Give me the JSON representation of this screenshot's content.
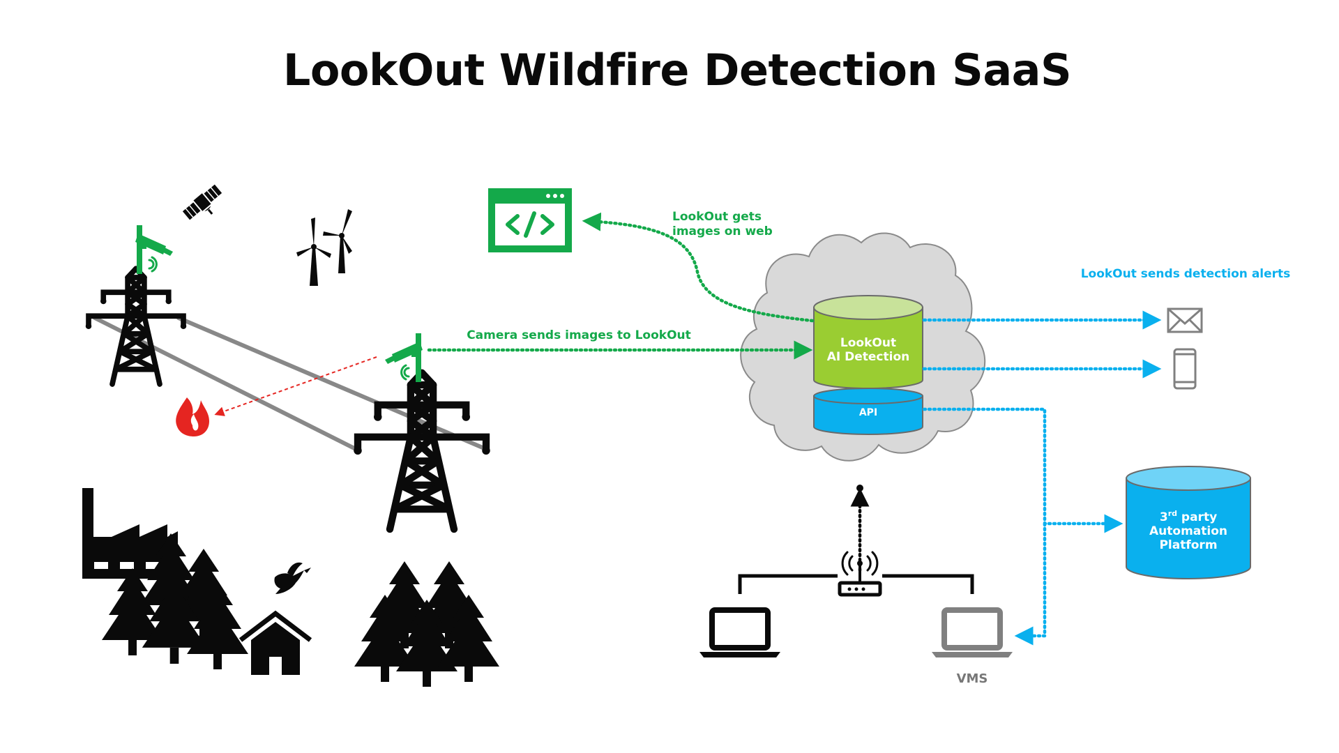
{
  "title": "LookOut Wildfire Detection SaaS",
  "labels": {
    "web_line1": "LookOut gets",
    "web_line2": "images on web",
    "camera_sends": "Camera sends images to LookOut",
    "alerts": "LookOut sends detection alerts",
    "ai_line1": "LookOut",
    "ai_line2": "AI Detection",
    "api": "API",
    "third_party_line1_base": "3",
    "third_party_line1_sup": "rd",
    "third_party_line1_rest": " party",
    "third_party_line2": "Automation",
    "third_party_line3": "Platform",
    "vms": "VMS"
  },
  "colors": {
    "green": "#14a94a",
    "blue": "#0ab0ee",
    "ai_green": "#9acd32",
    "api_blue": "#0ab0ee",
    "cloud_gray": "#d9d9d9",
    "red": "#e52521",
    "black": "#0a0a0a",
    "gray": "#808080"
  },
  "icons": {
    "satellite": "satellite-icon",
    "wind_turbines": "wind-turbine-icon",
    "pylon": "power-pylon-icon",
    "camera": "security-camera-icon",
    "fire": "fire-icon",
    "factory": "factory-icon",
    "trees": "pine-tree-icon",
    "house": "house-icon",
    "dove": "dove-icon",
    "web": "web-code-icon",
    "envelope": "envelope-icon",
    "phone": "phone-icon",
    "router": "router-icon",
    "laptop": "laptop-icon"
  }
}
